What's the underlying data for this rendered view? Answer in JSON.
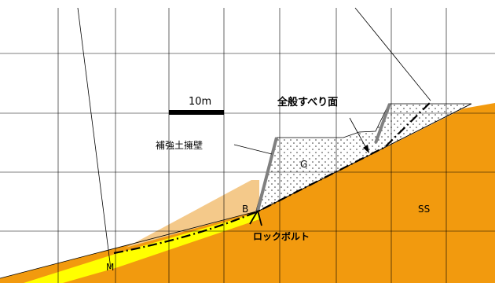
{
  "labels": {
    "scale": "10m",
    "retaining_wall": "補強土擁壁",
    "slip_surface": "全般すべり面",
    "soil_g": "G",
    "soil_b": "B",
    "soil_ss": "SS",
    "soil_m": "M",
    "rock_bolt": "ロックボルト"
  },
  "colors": {
    "bedrock_ss": "#f29a0e",
    "backfill_b": "#f4c98a",
    "layer_m": "#ffff00",
    "fill_g": "#ffffff",
    "grid": "#000000",
    "wall": "#808080",
    "slip_line": "#000000"
  }
}
